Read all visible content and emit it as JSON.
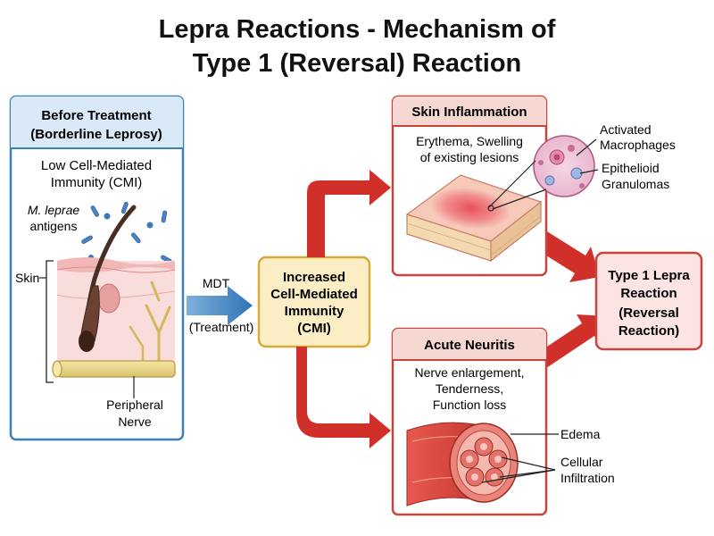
{
  "title": {
    "line1": "Lepra Reactions - Mechanism of",
    "line2": "Type 1 (Reversal) Reaction"
  },
  "before_panel": {
    "header_line1": "Before Treatment",
    "header_line2": "(Borderline Leprosy)",
    "cmi_line1": "Low Cell-Mediated",
    "cmi_line2": "Immunity (CMI)",
    "antigen_line1": "M. leprae",
    "antigen_line2": "antigens",
    "skin_label": "Skin",
    "nerve_line1": "Peripheral",
    "nerve_line2": "Nerve"
  },
  "treatment_arrow": {
    "label": "MDT",
    "sublabel": "(Treatment)"
  },
  "cmi_box": {
    "line1": "Increased",
    "line2": "Cell-Mediated",
    "line3": "Immunity",
    "line4": "(CMI)"
  },
  "skin_inflammation": {
    "header": "Skin Inflammation",
    "desc_line1": "Erythema, Swelling",
    "desc_line2": "of existing lesions",
    "macrophage_line1": "Activated",
    "macrophage_line2": "Macrophages",
    "granuloma_line1": "Epithelioid",
    "granuloma_line2": "Granulomas"
  },
  "acute_neuritis": {
    "header": "Acute Neuritis",
    "desc_line1": "Nerve enlargement,",
    "desc_line2": "Tenderness,",
    "desc_line3": "Function loss",
    "edema_label": "Edema",
    "infiltration_line1": "Cellular",
    "infiltration_line2": "Infiltration"
  },
  "result_box": {
    "line1": "Type 1 Lepra",
    "line2": "Reaction",
    "line3": "(Reversal",
    "line4": "Reaction)"
  },
  "colors": {
    "blue_border": "#3e7fb5",
    "blue_header": "#d9e9f7",
    "yellow_border": "#d9a93a",
    "yellow_fill": "#fbeec4",
    "red_border": "#c9443c",
    "red_header": "#f7d7d2",
    "red_arrow": "#d1302a",
    "blue_arrow": "#2f74b5"
  }
}
